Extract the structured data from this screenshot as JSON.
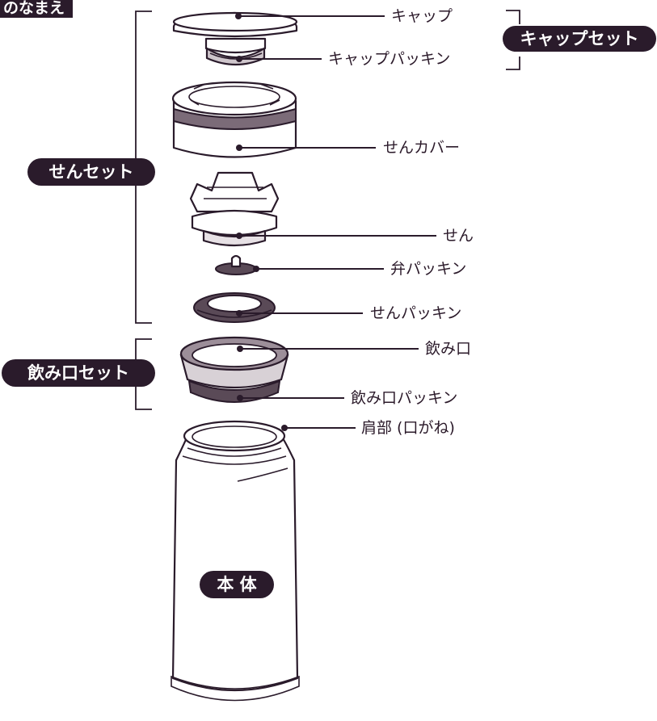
{
  "header": {
    "title": "のなまえ"
  },
  "groups": {
    "cap_set": "キャップセット",
    "sen_set": "せんセット",
    "mouth_set": "飲み口セット",
    "body": "本 体"
  },
  "parts": {
    "cap": "キャップ",
    "cap_packing": "キャップパッキン",
    "sen_cover": "せんカバー",
    "sen": "せん",
    "valve_packing": "弁パッキン",
    "sen_packing": "せんパッキン",
    "mouth": "飲み口",
    "mouth_packing": "飲み口パッキン",
    "shoulder": "肩部 (口がね)"
  },
  "colors": {
    "ink": "#2a1b2b",
    "band": "#7b6b78",
    "packing": "#5a4a57"
  }
}
